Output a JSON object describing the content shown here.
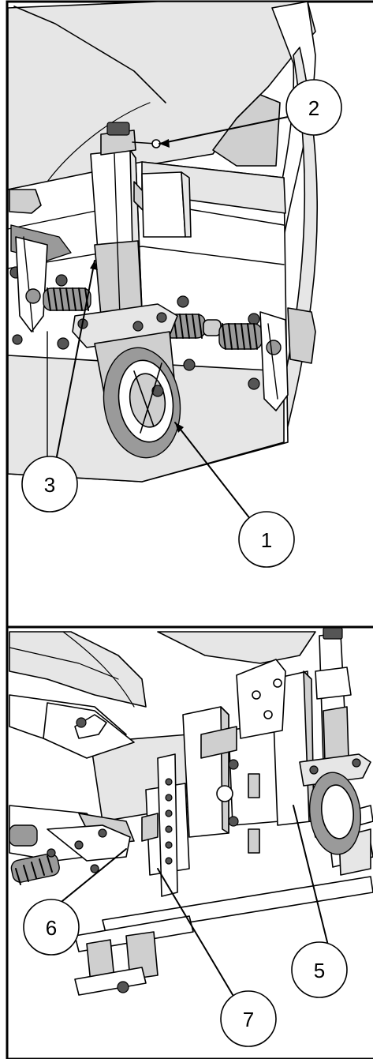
{
  "panels": [
    {
      "id": "top",
      "callouts": [
        "2",
        "3",
        "1"
      ]
    },
    {
      "id": "bottom",
      "callouts": [
        "6",
        "5",
        "7"
      ]
    }
  ],
  "callout_labels": {
    "c1": "1",
    "c2": "2",
    "c3": "3",
    "c5": "5",
    "c6": "6",
    "c7": "7"
  },
  "colors": {
    "line": "#000000",
    "background": "#ffffff",
    "shade_light": "#e6e6e6",
    "shade_mid": "#cfcfcf",
    "shade_dark": "#9a9a9a"
  }
}
